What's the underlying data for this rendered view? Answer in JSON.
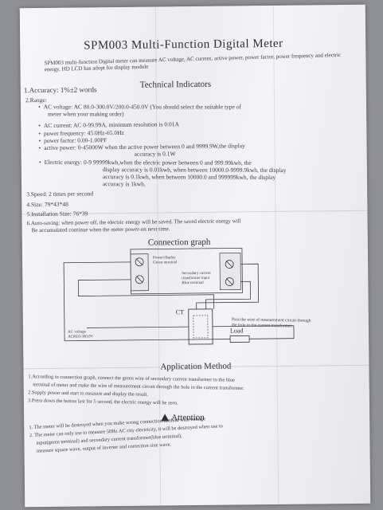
{
  "title": "SPM003 Multi-Function Digital Meter",
  "intro": "SPM003 multi-function Digital meter can measure AC voltage, AC current, active power, power factor, power frequency and electric energy. HD LCD has adopt for display module",
  "tech_heading": "Technical Indicators",
  "accuracy": "1.Accuracy:   1%±2 words",
  "range": "2.Range:",
  "ac_voltage_1": "AC voltage: AC 80.0-300.0V/200.0-450.0V  (You should select the suitable type of",
  "ac_voltage_2": "meter when your making order)",
  "ac_current": "AC current: AC 0-99.99A, minimum resolution is 0.01A",
  "power_frequency": "power frequency: 45.0Hz-65.0Hz",
  "power_factor": "power factor:       0.00-1.00PF",
  "active_power_1": "active power:    0-45000W when the active power between 0 and 9999.9W,the display",
  "active_power_2": "accuracy is 0.1W",
  "energy_1": "Electric energy: 0-9 99999kwh,when the electric power between 0 and 999.99kwh, the",
  "energy_2": "display accuracy is 0.01kwh, when between 10000.0-9999.9kwh, the display",
  "energy_3": "accuracy is  0.1kwh,   when between 10000.0 and 999999kwh, the display",
  "energy_4": "accuracy is 1kwh.",
  "speed": "3.Speed: 2 times per second",
  "size": "4.Size: 79*43*48",
  "install_size": "5.Installation Size: 76*39",
  "autosave_1": "6.Auto-saving: when power off, the electric energy will be saved. The saved electric energy will",
  "autosave_2": "Be accumulated continue when the meter power-on next time.",
  "connection_heading": "Connection graph",
  "diagram": {
    "label_top": "Power/display",
    "label_top2": "Green terminal",
    "label_sec": "Secondary current",
    "label_sec2": "transformer input",
    "label_sec3": "Blue terminal",
    "ct": "CT",
    "ac_voltage": "AC voltage",
    "ac_range": "AC80.0-300.0V",
    "load": "Load",
    "note_1": "Pass the wire of measurement circuit through",
    "note_2": "the hole in the current transformer."
  },
  "app_heading": "Application Method",
  "app_1a": "1.According to connection graph, connect the green wire of secondary current transformer to the blue",
  "app_1b": "terminal of meter and make the wire of measurement circuit through the hole in the current transformer.",
  "app_2": "2.Supply power and start to measure and display the result.",
  "app_3": "3.Press down the button last for 5 second, the electric energy will be zero.",
  "attention_heading": "Attention",
  "att_1": "1. The meter will be destroyed when you make wrong connection method with voltage",
  "att_2a": "2. The meter can only use to measure 50Hz AC city electricity, it will be destroyed when use to",
  "att_2b": "input(green terminal) and secondary current transformer(blue terminal),",
  "att_2c": "measure square wave, output of inverter and correction sine wave."
}
